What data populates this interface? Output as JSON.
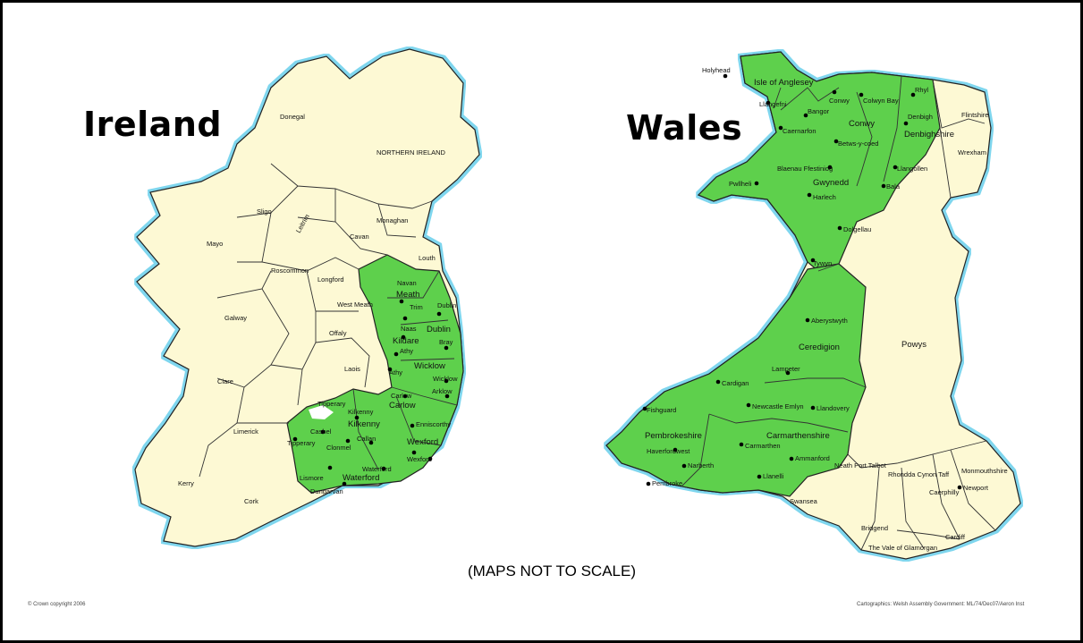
{
  "titles": {
    "ireland": "Ireland",
    "wales": "Wales"
  },
  "note": "(MAPS NOT TO SCALE)",
  "credits": {
    "left": "© Crown copyright 2006",
    "right": "Cartographics: Welsh Assembly Government: ML/74/Dec07/Aeron Inst"
  },
  "colors": {
    "highlight": "#5ed04c",
    "base": "#fdf9d4",
    "coast": "#7fd6ee",
    "outline": "#222222"
  },
  "ireland_labels": {
    "donegal": "Donegal",
    "northern_ireland": "NORTHERN IRELAND",
    "sligo": "Sligo",
    "leitrim": "Leitrim",
    "mayo": "Mayo",
    "cavan": "Cavan",
    "monaghan": "Monaghan",
    "roscommon": "Roscommon",
    "longford": "Longford",
    "louth": "Louth",
    "galway": "Galway",
    "west_meath": "West Meath",
    "navan": "Navan",
    "meath": "Meath",
    "trim": "Trim",
    "dublin_city": "Dublin",
    "naas": "Naas",
    "dublin": "Dublin",
    "offaly": "Offaly",
    "kildare": "Kildare",
    "athy": "Athy",
    "bray": "Bray",
    "laois": "Laois",
    "clare": "Clare",
    "wicklow": "Wicklow",
    "wicklow_town": "Wicklow",
    "tipperary": "Tipperary",
    "tullow": "Carlow",
    "carlow": "Carlow",
    "arklow": "Arklow",
    "limerick": "Limerick",
    "kilkenny_town": "Kilkenny",
    "kilkenny": "Kilkenny",
    "enniscorthy": "Enniscorthy",
    "cashel": "Cashel",
    "tipperary_town": "Tipperary",
    "clonmel": "Clonmel",
    "callan": "Callan",
    "wexford": "Wexford",
    "kerry": "Kerry",
    "waterford_city": "Waterford",
    "waterford": "Waterford",
    "wexford_town": "Wexford",
    "lismore": "Lismore",
    "dungarvan": "Dungarvan",
    "cork": "Cork"
  },
  "wales_labels": {
    "holyhead": "Holyhead",
    "isle_of_anglesey": "Isle of Anglesey",
    "llangefni": "Llangefni",
    "conwy_town": "Conwy",
    "colwyn_bay": "Colwyn Bay",
    "rhyl": "Rhyl",
    "flintshire": "Flintshire",
    "bangor": "Bangor",
    "conwy": "Conwy",
    "denbigh": "Denbigh",
    "denbighshire": "Denbighshire",
    "caernarfon": "Caernarfon",
    "betws_y_coed": "Betws-y-coed",
    "wrexham": "Wrexham",
    "blaenau": "Blaenau Ffestiniog",
    "llangollen": "Llangollen",
    "pwllheli": "Pwllheli",
    "gwynedd": "Gwynedd",
    "bala": "Bala",
    "harlech": "Harlech",
    "dolgellau": "Dolgellau",
    "tywyn": "Tywyn",
    "aberystwyth": "Aberystwyth",
    "ceredigion": "Ceredigion",
    "powys": "Powys",
    "lampeter": "Lampeter",
    "cardigan": "Cardigan",
    "fishguard": "Fishguard",
    "newcastle_emlyn": "Newcastle Emlyn",
    "llandovery": "Llandovery",
    "pembrokeshire": "Pembrokeshire",
    "carmarthenshire": "Carmarthenshire",
    "haverfordwest": "Haverfordwest",
    "carmarthen": "Carmarthen",
    "ammanford": "Ammanford",
    "narberth": "Narberth",
    "llanelli": "Llanelli",
    "pembroke": "Pembroke",
    "neath_port_talbot": "Neath Port Talbot",
    "monmouthshire": "Monmouthshire",
    "rhondda": "Rhondda Cynon Taff",
    "caerphilly": "Caerphilly",
    "swansea": "Swansea",
    "newport": "Newport",
    "bridgend": "Bridgend",
    "cardiff": "Cardiff",
    "vale": "The Vale of Glamorgan"
  }
}
